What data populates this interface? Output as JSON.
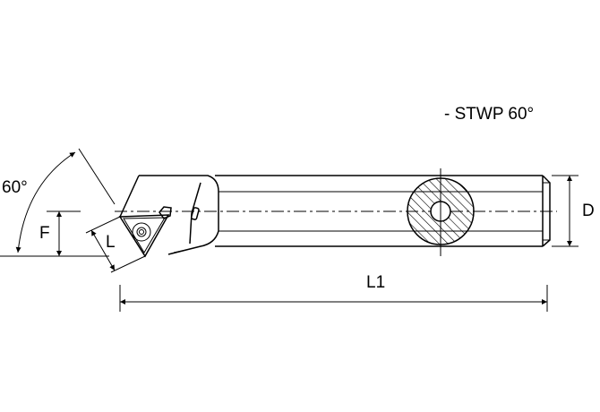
{
  "drawing": {
    "designation": "- STWP 60°",
    "dimensions": {
      "angle": "60°",
      "offset": "F",
      "edge_length": "L",
      "shank_diameter": "D",
      "overall_length": "L1"
    }
  }
}
